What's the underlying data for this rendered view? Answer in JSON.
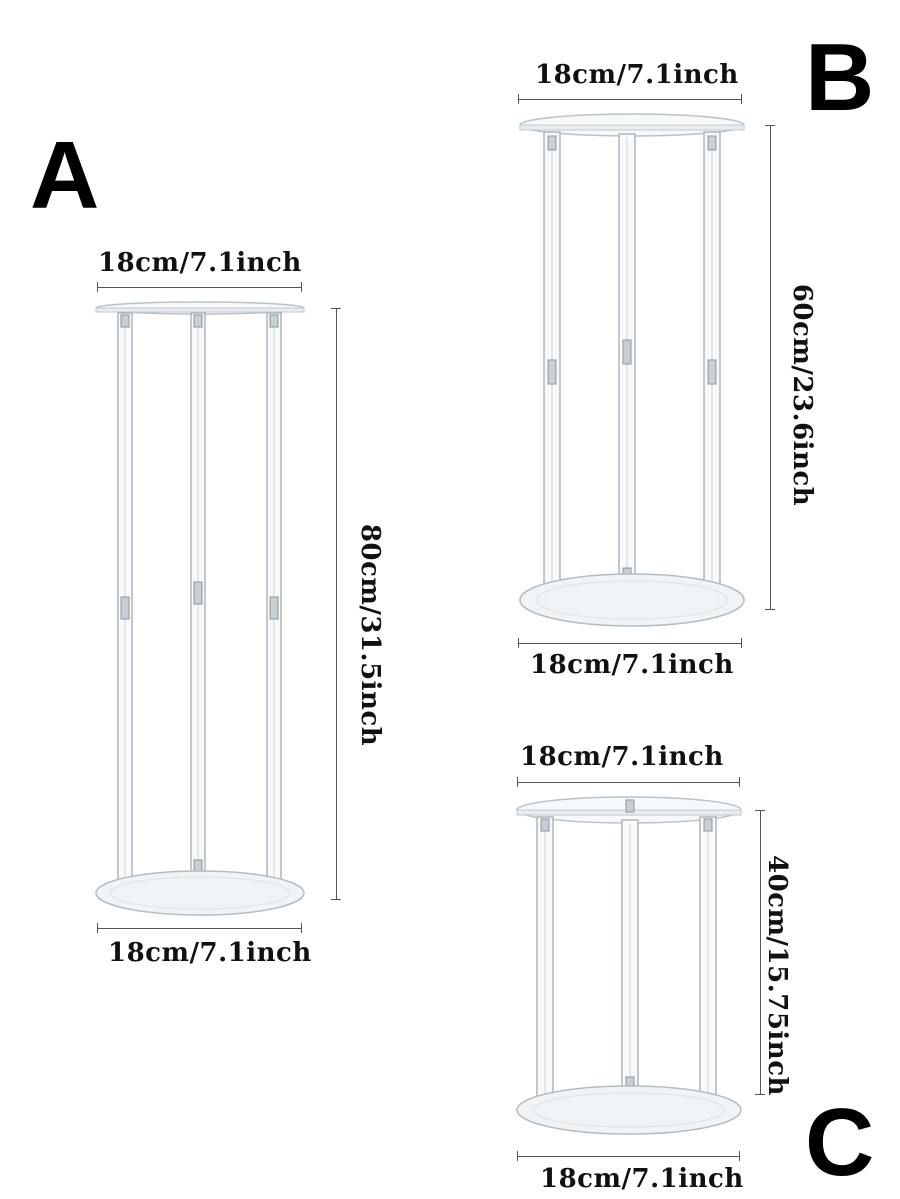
{
  "labels": {
    "a": "A",
    "b": "B",
    "c": "C"
  },
  "stand_a": {
    "top_width": "18cm/7.1inch",
    "bottom_width": "18cm/7.1inch",
    "height": "80cm/31.5inch"
  },
  "stand_b": {
    "top_width": "18cm/7.1inch",
    "bottom_width": "18cm/7.1inch",
    "height": "60cm/23.6inch"
  },
  "stand_c": {
    "top_width": "18cm/7.1inch",
    "bottom_width": "18cm/7.1inch",
    "height": "40cm/15.75inch"
  },
  "colors": {
    "acrylic_edge": "#b9c2c8",
    "acrylic_fill": "#f4f7f8",
    "shadow": "#d5dadd"
  }
}
